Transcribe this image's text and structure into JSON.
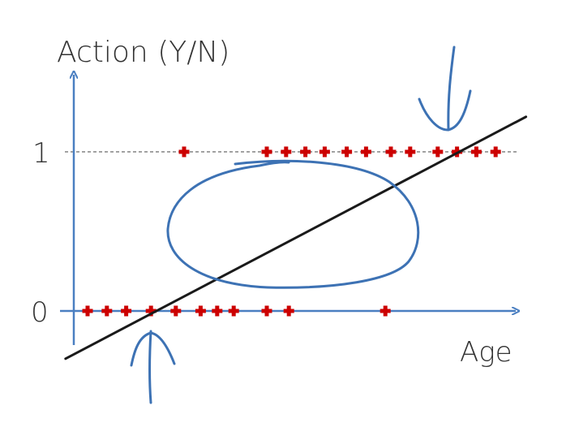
{
  "chart_data": {
    "type": "scatter",
    "ylabel": "Action (Y/N)",
    "xlabel": "Age",
    "y_ticks": [
      "1",
      "0"
    ],
    "series": [
      {
        "y": 1,
        "x": [
          0.4,
          0.7,
          0.77,
          0.84,
          0.91,
          0.99,
          1.06,
          1.15,
          1.22,
          1.32,
          1.39,
          1.46,
          1.53
        ]
      },
      {
        "y": 0,
        "x": [
          0.05,
          0.12,
          0.19,
          0.28,
          0.37,
          0.46,
          0.52,
          0.58,
          0.7,
          0.78,
          1.13
        ]
      }
    ],
    "fit_line": {
      "x": [
        -0.03,
        1.64
      ],
      "y": [
        -0.3,
        1.22
      ]
    },
    "colors": {
      "axis": "#4a7fc1",
      "marker": "#cc0000",
      "fit_line": "#1a1a1a",
      "annotation": "#3d72b4"
    },
    "annotations": [
      "ellipse",
      "down-arrow-top-right",
      "up-arrow-bottom-left"
    ]
  }
}
